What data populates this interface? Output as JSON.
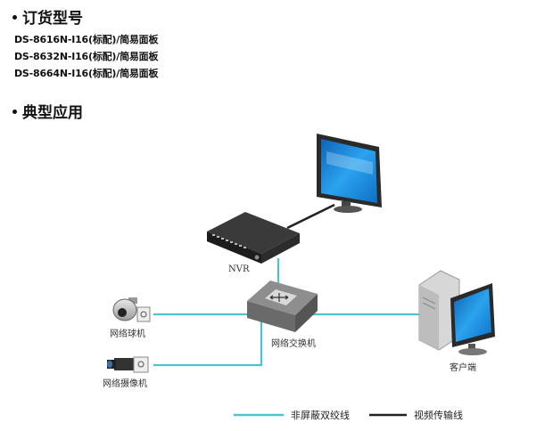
{
  "ordering": {
    "title": "订货型号",
    "models": [
      "DS-8616N-I16(标配)/简易面板",
      "DS-8632N-I16(标配)/简易面板",
      "DS-8664N-I16(标配)/简易面板"
    ]
  },
  "application": {
    "title": "典型应用"
  },
  "diagram": {
    "nvr_label": "NVR",
    "switch_label": "网络交换机",
    "dome_label": "网络球机",
    "camera_label": "网络摄像机",
    "client_label": "客户端"
  },
  "legend": {
    "cable_label": "非屏蔽双绞线",
    "video_label": "视频传输线"
  },
  "colors": {
    "network_line": "#4cc3cf",
    "video_line": "#222222",
    "screen_blue": "#1e8fe0"
  }
}
